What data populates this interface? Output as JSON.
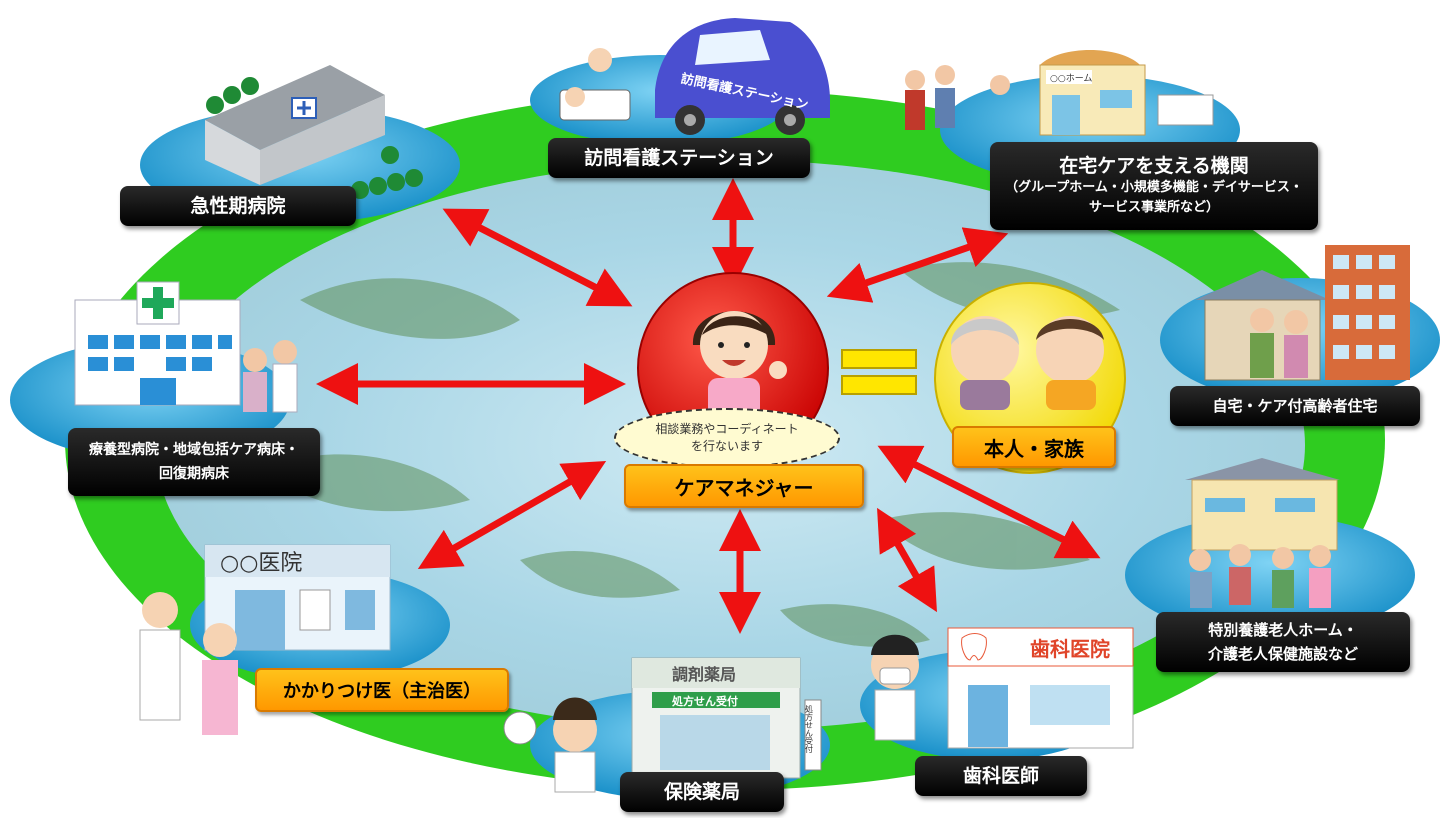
{
  "center": {
    "role_label": "ケアマネジャー",
    "bubble_line1": "相談業務やコーディネート",
    "bubble_line2": "を行ないます"
  },
  "client": {
    "label": "本人・家族"
  },
  "nodes": {
    "acute_hospital": "急性期病院",
    "nursing_station": "訪問看護ステーション",
    "home_care_title": "在宅ケアを支える機関",
    "home_care_sub1": "（グループホーム・小規模多機能・デイサービス・",
    "home_care_sub2": "サービス事業所など）",
    "home_housing": "自宅・ケア付高齢者住宅",
    "longterm_line1": "療養型病院・地域包括ケア病床・",
    "longterm_line2": "回復期病床",
    "nursing_home_line1": "特別養護老人ホーム・",
    "nursing_home_line2": "介護老人保健施設など",
    "family_doctor": "かかりつけ医（主治医）",
    "pharmacy": "保険薬局",
    "dentist": "歯科医師"
  },
  "signs": {
    "car_text": "訪問看護ステーション",
    "grouphome_sign": "○○ホーム",
    "clinic_sign": "○○医院",
    "pharmacy_sign": "調剤薬局",
    "pharmacy_counter": "処方せん受付",
    "pharmacy_side": "処方せん受付",
    "dental_sign": "歯科医院"
  },
  "colors": {
    "ring": "#2fcc20",
    "island_ellipse": "#1fa6dc",
    "arrow": "#ee1111",
    "center_circle": "#e40a0a",
    "client_circle": "#ffea00",
    "equals": "#ffe600",
    "label_bg": "#000000",
    "label_orange": "#ffa90f"
  }
}
